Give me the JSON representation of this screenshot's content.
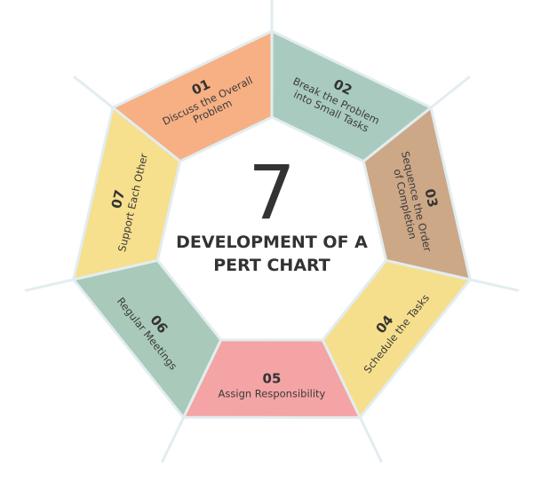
{
  "center": {
    "number": "7",
    "title_line1": "DEVELOPMENT OF A",
    "title_line2": "PERT CHART"
  },
  "separator_color": "#e2edf0",
  "segments": [
    {
      "number": "01",
      "lines": [
        "Discuss the Overall",
        "Problem"
      ],
      "color": "#f6b084"
    },
    {
      "number": "02",
      "lines": [
        "Break the Problem",
        "into Small Tasks"
      ],
      "color": "#a9cbbf"
    },
    {
      "number": "03",
      "lines": [
        "Sequence the Order",
        "of Completion"
      ],
      "color": "#cca887"
    },
    {
      "number": "04",
      "lines": [
        "Schedule the Tasks"
      ],
      "color": "#f5df8d"
    },
    {
      "number": "05",
      "lines": [
        "Assign Responsibility"
      ],
      "color": "#f4a4a4"
    },
    {
      "number": "06",
      "lines": [
        "Regular Meetings"
      ],
      "color": "#a9c9ba"
    },
    {
      "number": "07",
      "lines": [
        "Support Each Other"
      ],
      "color": "#f6df8d"
    }
  ]
}
